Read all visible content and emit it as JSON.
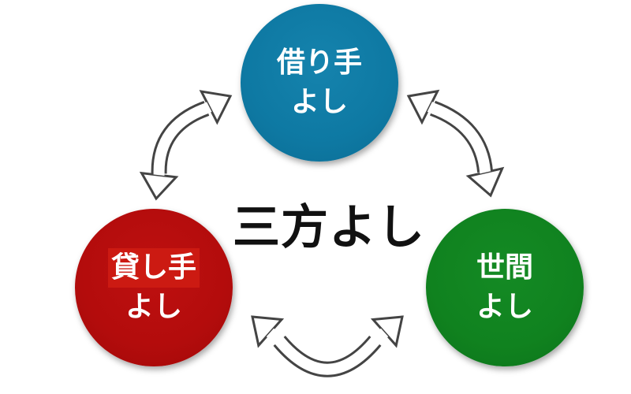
{
  "title": "三方よし",
  "nodes": {
    "borrower": {
      "line1": "借り手",
      "line2": "よし",
      "color": "#0e79a3"
    },
    "lender": {
      "line1": "貸し手",
      "line2": "よし",
      "color": "#b30c0c"
    },
    "society": {
      "line1": "世間",
      "line2": "よし",
      "color": "#10821f"
    }
  },
  "arrow_colors": {
    "stroke": "#444444",
    "fill": "#ffffff"
  }
}
